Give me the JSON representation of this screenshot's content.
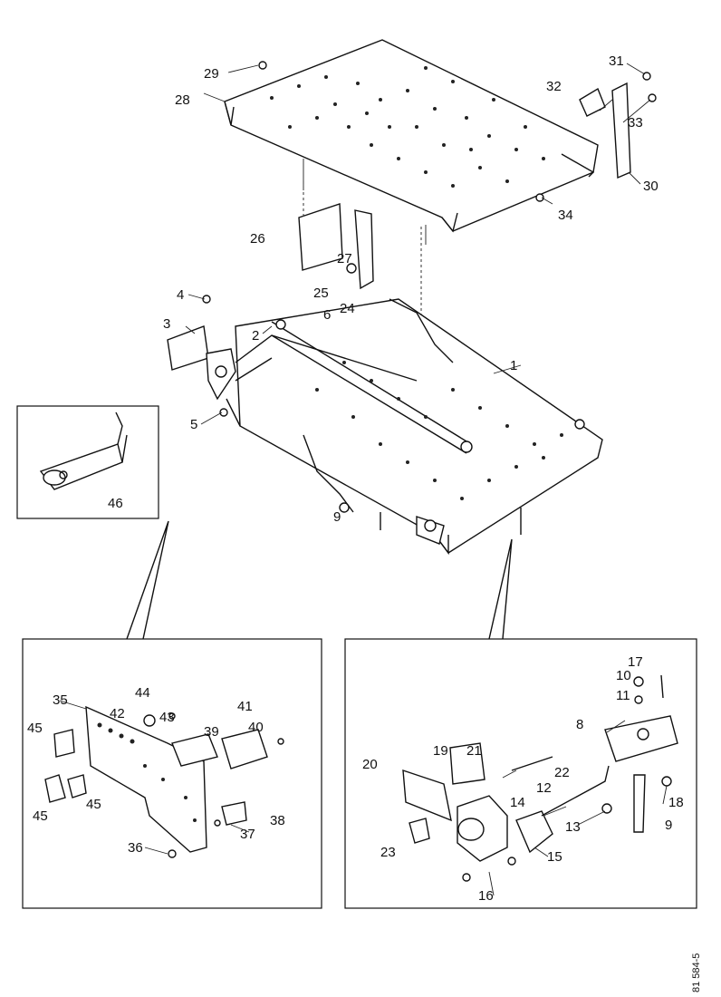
{
  "labels": {
    "l1": "1",
    "l2": "2",
    "l3": "3",
    "l4": "4",
    "l5": "5",
    "l6": "6",
    "l8": "8",
    "l9a": "9",
    "l9b": "9",
    "l10": "10",
    "l11": "11",
    "l12": "12",
    "l13": "13",
    "l14": "14",
    "l15": "15",
    "l16": "16",
    "l17": "17",
    "l18": "18",
    "l19": "19",
    "l20": "20",
    "l21": "21",
    "l22": "22",
    "l23": "23",
    "l24": "24",
    "l25": "25",
    "l26": "26",
    "l27": "27",
    "l28": "28",
    "l29": "29",
    "l30": "30",
    "l31": "31",
    "l32": "32",
    "l33": "33",
    "l34": "34",
    "l35": "35",
    "l36": "36",
    "l37": "37",
    "l38": "38",
    "l39": "39",
    "l40": "40",
    "l41": "41",
    "l42": "42",
    "l43": "43",
    "l44": "44",
    "l45a": "45",
    "l45b": "45",
    "l45c": "45",
    "l46": "46"
  },
  "reference": "81 584-5"
}
